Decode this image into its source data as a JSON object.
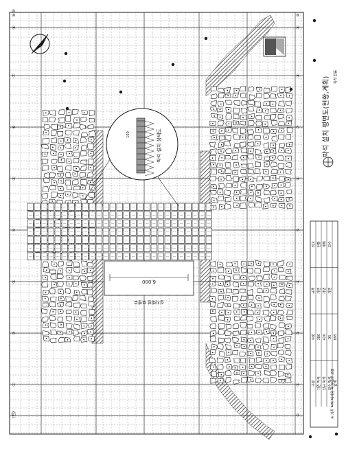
{
  "drawing": {
    "title": "박석 설치 평면도(현황,계획)",
    "scale_note": "축척 없음",
    "detail_label": "박석 설치 상세도",
    "detail_dim": "100",
    "bridge_label": "설치예정 보행로",
    "bridge_dim": "6,000"
  },
  "grid_labels": {
    "left": [
      "(빈)",
      "①",
      "②",
      "③",
      "④",
      "⑤",
      "⑥",
      "⑦",
      "⑧",
      "⑨",
      "⑩"
    ],
    "right": [
      "①",
      "②",
      "③",
      "④",
      "⑤",
      "⑥",
      "⑦",
      "⑧",
      "⑨",
      "⑩"
    ]
  },
  "table": {
    "headers": [
      "구분",
      "수량",
      "규격",
      "비고"
    ],
    "rows": [
      [
        "기존 박석",
        "380",
        "가변",
        "현황"
      ],
      [
        "신규 박석",
        "420",
        "가변",
        "계획"
      ],
      [
        "보수 박석",
        "95",
        "가변",
        "보수"
      ],
      [
        "합계",
        "895",
        "",
        ""
      ]
    ],
    "footnote": "※ 기존 박석 재사용 후 부족분 보충"
  },
  "colors": {
    "line": "#1a1a1a",
    "grid": "#666666",
    "hatch": "#222222",
    "sheet": "#ffffff"
  }
}
